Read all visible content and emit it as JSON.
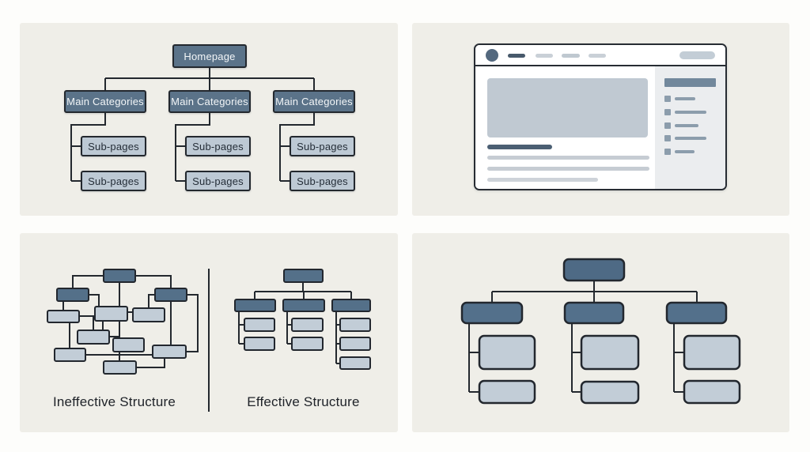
{
  "colors": {
    "page_bg": "#fdfdfb",
    "panel_bg": "#efeee8",
    "node_dark": "#5b7389",
    "node_dark_deep": "#4e6a85",
    "node_light": "#c2cdd7",
    "node_border": "#22272e",
    "connector_line": "#23282e",
    "wireframe_slate": "#72889c",
    "wireframe_heading": "#4b5f73",
    "wireframe_gray": "#c6ccd3",
    "wireframe_item": "#8c9dac",
    "label_text": "#1e2228"
  },
  "sitemap": {
    "root_label": "Homepage",
    "branches": [
      {
        "label": "Main Categories",
        "children": [
          "Sub-pages",
          "Sub-pages"
        ]
      },
      {
        "label": "Main Categories",
        "children": [
          "Sub-pages",
          "Sub-pages"
        ]
      },
      {
        "label": "Main Categories",
        "children": [
          "Sub-pages",
          "Sub-pages"
        ]
      }
    ]
  },
  "wireframe": {
    "description_icons": [
      "logo-circle-icon",
      "nav-pill-active",
      "nav-pill",
      "nav-pill",
      "nav-pill",
      "search-pill",
      "hero-image-placeholder",
      "heading-placeholder",
      "text-line-placeholder",
      "sidebar-header-placeholder",
      "sidebar-item"
    ],
    "sidebar_item_count": 5
  },
  "comparison": {
    "ineffective_label": "Ineffective Structure",
    "effective_label": "Effective Structure"
  }
}
